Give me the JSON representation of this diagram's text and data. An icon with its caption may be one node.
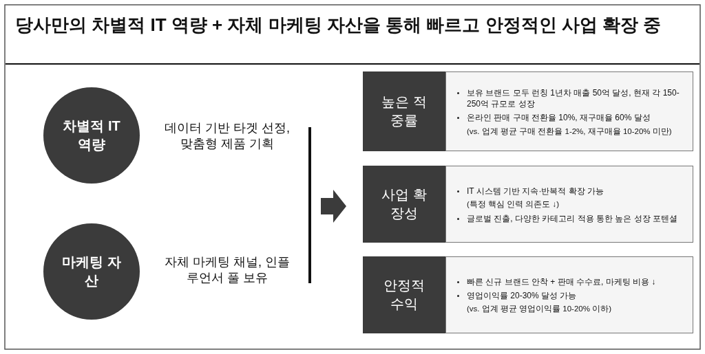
{
  "diagram": {
    "title": "당사만의 차별적 IT 역량 + 자체 마케팅 자산을 통해 빠르고 안정적인 사업 확장 중",
    "nodes": [
      {
        "text": [
          "차별적 IT 역량"
        ],
        "beside": [
          "데이터 기반 타겟 선정, 맞춤형 제품 기획"
        ]
      },
      {
        "text": [
          "마케팅 자산"
        ],
        "beside": [
          "자체 마케팅 채널, 인플루언서 풀 보유"
        ]
      },
      {
        "text": [
          "높은 적중률"
        ]
      },
      {
        "text": [
          "보유 브랜드 모두 런칭 1년차 매출 50억 달성, 현재 각 150-250억 규모로 성장",
          "온라인 판매 구매 전환율 10%, 재구매율 60% 달성",
          "(vs. 업계 평균 구매 전환율 1-2%, 재구매율 10-20% 미만)"
        ]
      },
      {
        "text": [
          "사업 확장성"
        ]
      },
      {
        "text": [
          "IT 시스템 기반 지속·반복적 확장 가능",
          "(특정 핵심 인력 의존도 ↓)",
          "글로벌 진출, 다양한 카테고리 적용 통한 높은 성장 포텐셜"
        ]
      },
      {
        "text": [
          "안정적 수익"
        ]
      },
      {
        "text": [
          "빠른 신규 브랜드 안착 + 판매 수수료, 마케팅 비용 ↓",
          "영업이익률 20-30% 달성 가능",
          "(vs. 업계 평균 영업이익률 10-20% 이하)"
        ]
      }
    ],
    "edges": []
  }
}
